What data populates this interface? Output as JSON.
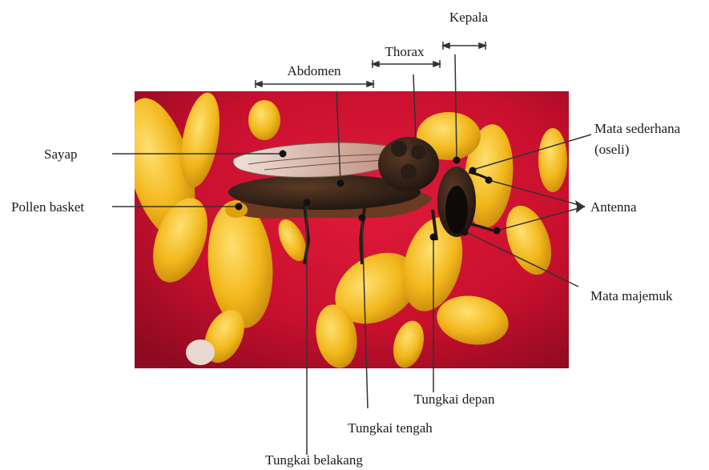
{
  "labels": {
    "kepala": "Kepala",
    "thorax": "Thorax",
    "abdomen": "Abdomen",
    "sayap": "Sayap",
    "pollen_basket": "Pollen basket",
    "mata_sederhana_line1": "Mata sederhana",
    "mata_sederhana_line2": "(oseli)",
    "antenna": "Antenna",
    "mata_majemuk": "Mata majemuk",
    "tungkai_depan": "Tungkai depan",
    "tungkai_tengah": "Tungkai tengah",
    "tungkai_belakang": "Tungkai belakang"
  },
  "colors": {
    "label_text": "#1a1a1a",
    "leader_line": "#333333",
    "pointer_dot": "#111111",
    "background_red": "#c8102e",
    "petal_yellow": "#f2b81c",
    "bee_body": "#1e1410"
  }
}
